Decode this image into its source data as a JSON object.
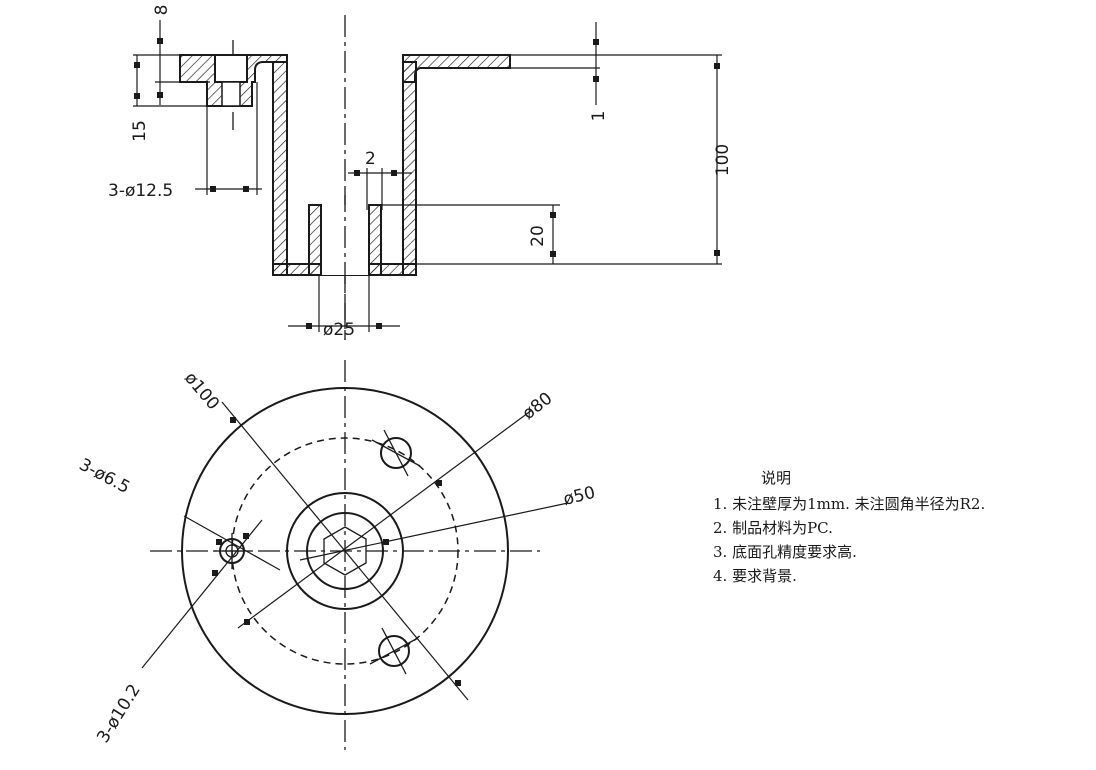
{
  "section_view": {
    "dims": {
      "top_thickness": "8",
      "wall": "1",
      "height": "100",
      "boss_height": "15",
      "hole": "3-ø12.5",
      "gap": "2",
      "inner_height": "20",
      "inner_dia": "ø25"
    }
  },
  "plan_view": {
    "dims": {
      "outer": "ø100",
      "bolt_circle": "ø80",
      "small_hole": "3-ø6.5",
      "counterbore": "3-ø10.2",
      "hub": "ø50"
    }
  },
  "notes": {
    "title": "说明",
    "items": [
      "1. 未注壁厚为1mm. 未注圆角半径为R2.",
      "2. 制品材料为PC.",
      "3. 底面孔精度要求高.",
      "4. 要求背景."
    ]
  }
}
